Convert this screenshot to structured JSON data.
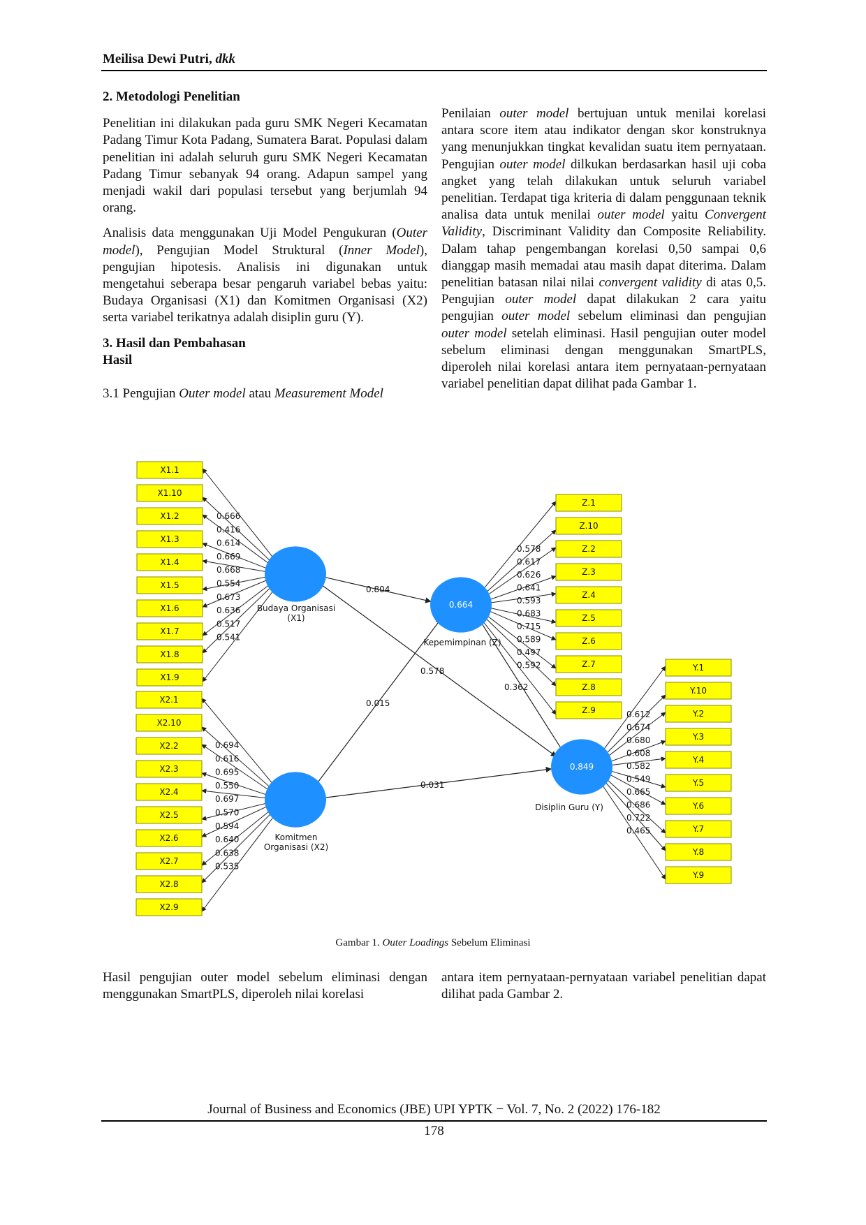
{
  "header": {
    "author": "Meilisa Dewi Putri,",
    "etal": "dkk"
  },
  "left": {
    "s2_heading": "2. Metodologi Penelitian",
    "p1": "Penelitian ini dilakukan pada guru SMK Negeri Kecamatan Padang Timur Kota Padang, Sumatera Barat. Populasi dalam penelitian ini adalah seluruh guru SMK Negeri Kecamatan Padang Timur sebanyak 94 orang. Adapun sampel yang menjadi wakil dari populasi tersebut yang berjumlah 94 orang.",
    "p2_a": "Analisis data menggunakan Uji Model Pengukuran (",
    "p2_b": "Outer model",
    "p2_c": "), Pengujian Model Struktural (",
    "p2_d": "Inner Model",
    "p2_e": "), pengujian hipotesis. Analisis ini digunakan untuk mengetahui seberapa besar pengaruh variabel bebas yaitu: Budaya Organisasi (X1) dan Komitmen Organisasi (X2) serta variabel terikatnya adalah disiplin guru (Y).",
    "s3_heading": "3. Hasil dan Pembahasan",
    "s3_sub": "Hasil",
    "s31_a": "3.1 Pengujian ",
    "s31_b": "Outer model",
    "s31_c": " atau ",
    "s31_d": "Measurement Model"
  },
  "right": {
    "t1": "Penilaian ",
    "t2": "outer model",
    "t3": " bertujuan untuk menilai korelasi antara score item atau indikator dengan skor konstruknya yang menunjukkan tingkat kevalidan suatu item pernyataan. Pengujian ",
    "t4": "outer model",
    "t5": " dilkukan berdasarkan hasil uji coba angket yang telah dilakukan untuk seluruh variabel penelitian. Terdapat tiga kriteria di dalam penggunaan teknik analisa data untuk menilai ",
    "t6": "outer model",
    "t7": " yaitu ",
    "t8": "Convergent Validity",
    "t9": ", Discriminant Validity dan Composite Reliability. Dalam tahap pengembangan korelasi 0,50 sampai 0,6 dianggap masih memadai atau masih dapat diterima. Dalam penelitian batasan nilai nilai ",
    "t10": "convergent validity",
    "t11": " di atas 0,5. Pengujian ",
    "t12": "outer model",
    "t13": " dapat dilakukan 2 cara yaitu pengujian ",
    "t14": "outer model",
    "t15": " sebelum eliminasi dan pengujian ",
    "t16": "outer model",
    "t17": " setelah eliminasi. Hasil pengujian outer model sebelum eliminasi dengan menggunakan SmartPLS, diperoleh nilai korelasi antara item pernyataan-pernyataan variabel penelitian dapat dilihat pada Gambar 1."
  },
  "diagram": {
    "colors": {
      "box": "#ffff00",
      "box_border": "#8a8a00",
      "circle": "#1e90ff",
      "line": "#222222"
    },
    "x1_items": [
      "X1.1",
      "X1.10",
      "X1.2",
      "X1.3",
      "X1.4",
      "X1.5",
      "X1.6",
      "X1.7",
      "X1.8",
      "X1.9"
    ],
    "x1_loadings": [
      "0.666",
      "0.416",
      "0.614",
      "0.669",
      "0.668",
      "0.554",
      "0.673",
      "0.636",
      "0.517",
      "0.541"
    ],
    "x2_items": [
      "X2.1",
      "X2.10",
      "X2.2",
      "X2.3",
      "X2.4",
      "X2.5",
      "X2.6",
      "X2.7",
      "X2.8",
      "X2.9"
    ],
    "x2_loadings": [
      "0.694",
      "0.616",
      "0.695",
      "0.550",
      "0.697",
      "0.570",
      "0.594",
      "0.640",
      "0.638",
      "0.535"
    ],
    "z_items": [
      "Z.1",
      "Z.10",
      "Z.2",
      "Z.3",
      "Z.4",
      "Z.5",
      "Z.6",
      "Z.7",
      "Z.8",
      "Z.9"
    ],
    "z_loadings": [
      "0.578",
      "0.617",
      "0.626",
      "0.641",
      "0.593",
      "0.683",
      "0.715",
      "0.589",
      "0.497",
      "0.592"
    ],
    "y_items": [
      "Y.1",
      "Y.10",
      "Y.2",
      "Y.3",
      "Y.4",
      "Y.5",
      "Y.6",
      "Y.7",
      "Y.8",
      "Y.9"
    ],
    "y_loadings": [
      "0.612",
      "0.674",
      "0.680",
      "0.608",
      "0.582",
      "0.549",
      "0.665",
      "0.686",
      "0.722",
      "0.465"
    ],
    "x1_label_1": "Budaya Organisasi",
    "x1_label_2": "(X1)",
    "x2_label_1": "Komitmen",
    "x2_label_2": "Organisasi (X2)",
    "z_label": "Kepemimpinan (Z)",
    "z_r2": "0.664",
    "y_label": "Disiplin Guru (Y)",
    "y_r2": "0.849",
    "path_x1_z": "0.804",
    "path_x1_y": "0.578",
    "path_x2_z": "0.015",
    "path_x2_y": "0.031",
    "path_z_y": "0.362"
  },
  "figure": {
    "a": "Gambar 1. ",
    "b": "Outer Loadings",
    "c": " Sebelum Eliminasi"
  },
  "bottom": {
    "left": "Hasil pengujian outer model sebelum eliminasi dengan menggunakan SmartPLS, diperoleh nilai korelasi",
    "right": "antara item pernyataan-pernyataan variabel penelitian dapat dilihat pada Gambar 2."
  },
  "footer": {
    "journal": "Journal of Business and Economics (JBE) UPI YPTK − Vol. 7, No. 2 (2022) 176-182",
    "page": "178"
  }
}
